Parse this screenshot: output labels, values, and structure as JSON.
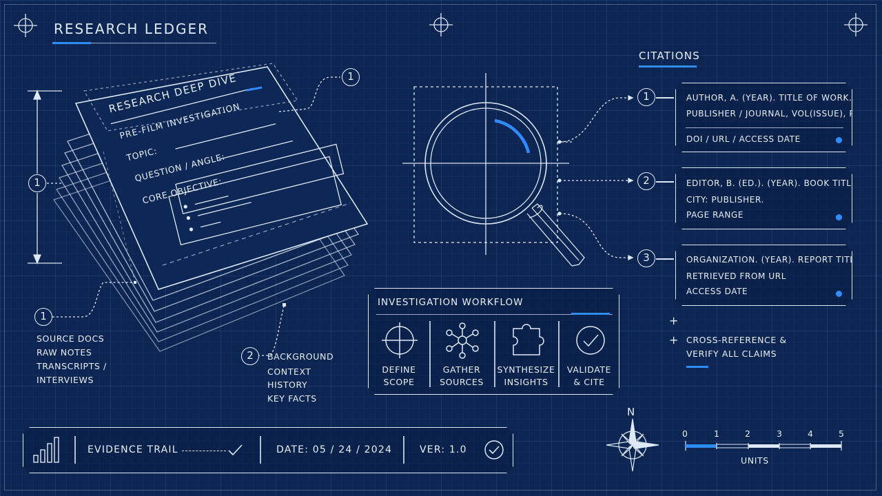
{
  "header": {
    "title": "RESEARCH LEDGER"
  },
  "stack": {
    "title": "RESEARCH DEEP DIVE",
    "subtitle": "PRE-FILM INVESTIGATION",
    "fields": [
      "TOPIC:",
      "QUESTION / ANGLE:",
      "CORE OBJECTIVE:"
    ]
  },
  "callouts": {
    "top_marker": "1",
    "side_marker": "1",
    "sources": {
      "marker": "1",
      "lines": [
        "SOURCE DOCS",
        "RAW NOTES",
        "TRANSCRIPTS /",
        "INTERVIEWS"
      ]
    },
    "background": {
      "marker": "2",
      "lines": [
        "BACKGROUND",
        "CONTEXT",
        "HISTORY",
        "KEY FACTS"
      ]
    }
  },
  "citations": {
    "heading": "CITATIONS",
    "items": [
      {
        "marker": "1",
        "lines": [
          "AUTHOR, A. (YEAR). TITLE OF WORK.",
          "PUBLISHER / JOURNAL, VOL(ISSUE), PAGES.",
          "DOI / URL / ACCESS DATE"
        ]
      },
      {
        "marker": "2",
        "lines": [
          "EDITOR, B. (ED.). (YEAR). BOOK TITLE.",
          "CITY: PUBLISHER.",
          "PAGE RANGE"
        ]
      },
      {
        "marker": "3",
        "lines": [
          "ORGANIZATION. (YEAR). REPORT TITLE.",
          "RETRIEVED FROM URL",
          "ACCESS DATE"
        ]
      }
    ],
    "note_lines": [
      "CROSS-REFERENCE &",
      "VERIFY ALL CLAIMS"
    ]
  },
  "workflow": {
    "title": "INVESTIGATION WORKFLOW",
    "steps": [
      {
        "line1": "DEFINE",
        "line2": "SCOPE",
        "icon": "crosshair-icon"
      },
      {
        "line1": "GATHER",
        "line2": "SOURCES",
        "icon": "network-icon"
      },
      {
        "line1": "SYNTHESIZE",
        "line2": "INSIGHTS",
        "icon": "puzzle-icon"
      },
      {
        "line1": "VALIDATE",
        "line2": "& CITE",
        "icon": "check-circle-icon"
      }
    ]
  },
  "footer": {
    "evidence": "EVIDENCE TRAIL",
    "date": "DATE: 05 / 24 / 2024",
    "version": "VER: 1.0"
  },
  "compass": {
    "label": "N"
  },
  "scale": {
    "ticks": [
      "0",
      "1",
      "2",
      "3",
      "4",
      "5"
    ],
    "unit": "UNITS"
  },
  "colors": {
    "background": "#0c2552",
    "accent": "#2f8cff",
    "line": "#dfe8f6"
  }
}
